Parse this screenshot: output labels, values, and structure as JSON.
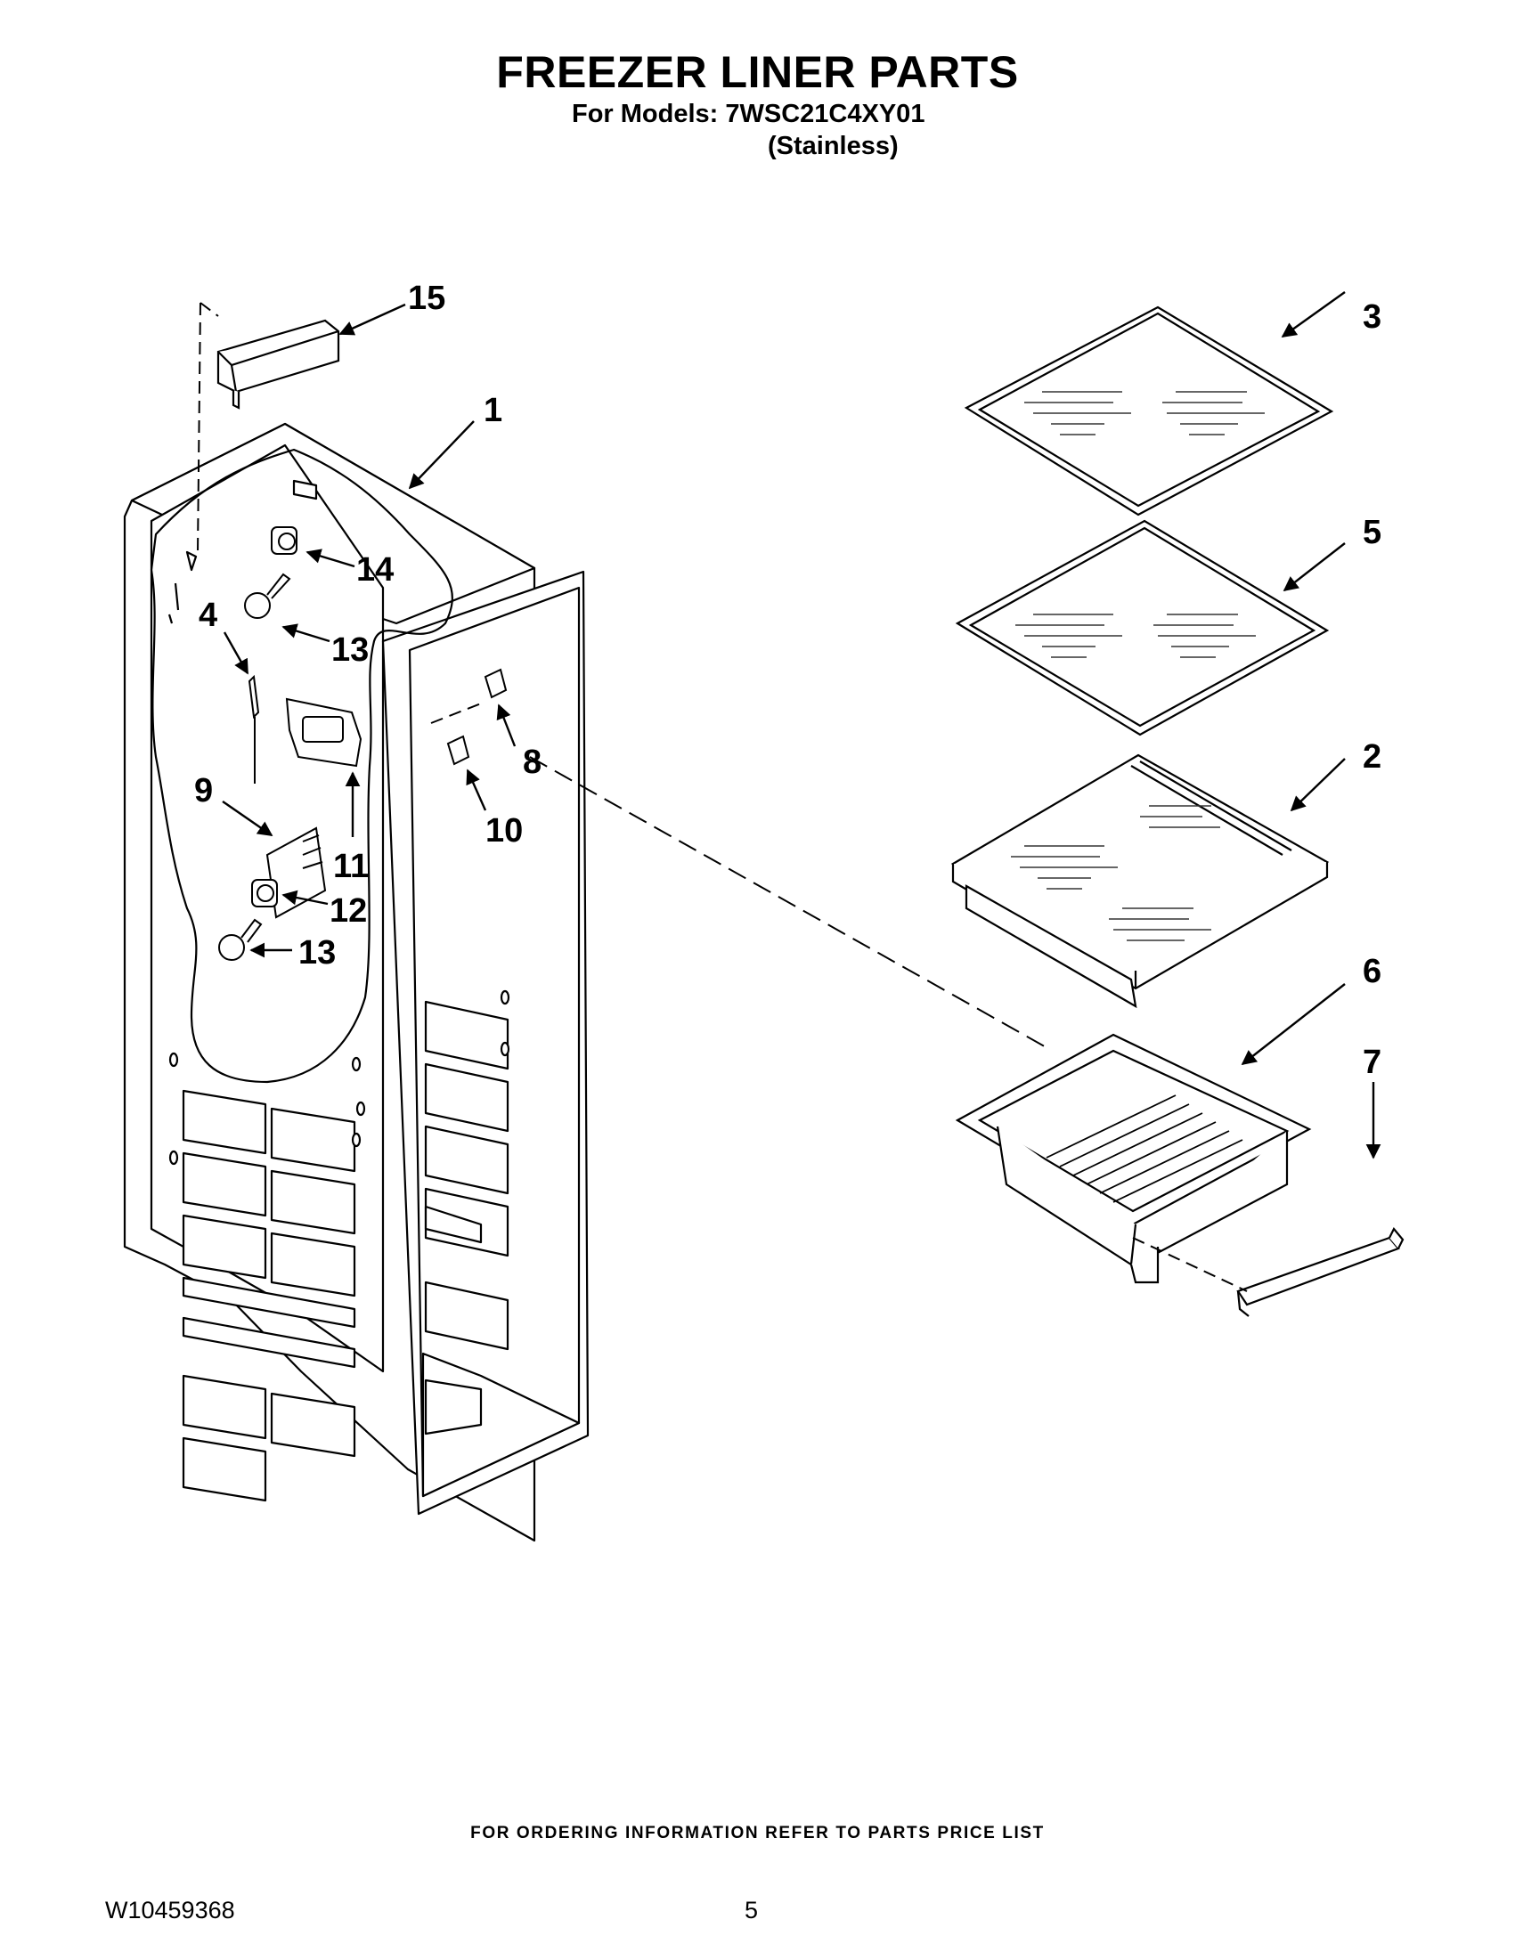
{
  "header": {
    "title": "FREEZER LINER PARTS",
    "models_line": "For Models: 7WSC21C4XY01",
    "finish_line": "(Stainless)"
  },
  "callouts": {
    "c1": "1",
    "c2": "2",
    "c3": "3",
    "c4": "4",
    "c5": "5",
    "c6": "6",
    "c7": "7",
    "c8": "8",
    "c9": "9",
    "c10": "10",
    "c11": "11",
    "c12": "12",
    "c13a": "13",
    "c13b": "13",
    "c14": "14",
    "c15": "15"
  },
  "footer": {
    "ordering_note": "FOR ORDERING INFORMATION REFER TO PARTS PRICE LIST",
    "document_number": "W10459368",
    "page_number": "5"
  }
}
